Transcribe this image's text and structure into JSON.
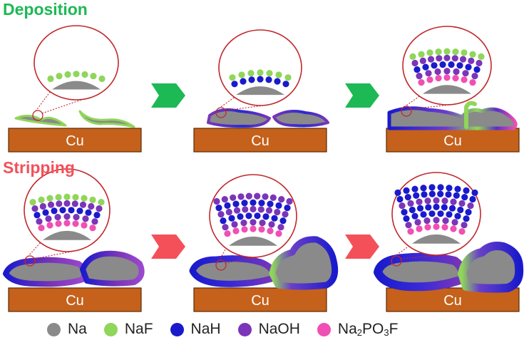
{
  "sections": {
    "deposition": "Deposition",
    "stripping": "Stripping"
  },
  "substrate_label": "Cu",
  "legend": {
    "na": "Na",
    "naf": "NaF",
    "nah": "NaH",
    "naoh": "NaOH",
    "na2po3f": {
      "prefix": "Na",
      "sub1": "2",
      "mid": "PO",
      "sub2": "3",
      "suffix": "F"
    }
  },
  "colors": {
    "deposition": "#1db954",
    "stripping": "#f4505a",
    "copper": "#c5611b",
    "na": "#8a8a8a",
    "naf": "#8fd65a",
    "nah": "#1a1acc",
    "naoh": "#7b35b8",
    "na2po3f": "#f04fb4",
    "magnifier": "#c0282d"
  },
  "panels": [
    {
      "row": "deposition",
      "stage": 1,
      "layers": [
        "naf"
      ]
    },
    {
      "row": "deposition",
      "stage": 2,
      "layers": [
        "nah",
        "naf"
      ]
    },
    {
      "row": "deposition",
      "stage": 3,
      "layers": [
        "na2po3f",
        "naoh",
        "nah",
        "naoh",
        "naf"
      ]
    },
    {
      "row": "stripping",
      "stage": 1,
      "layers": [
        "na2po3f",
        "naoh",
        "nah",
        "naoh",
        "naf"
      ]
    },
    {
      "row": "stripping",
      "stage": 2,
      "layers": [
        "na2po3f",
        "naoh",
        "nah",
        "naoh",
        "nah",
        "naoh"
      ]
    },
    {
      "row": "stripping",
      "stage": 3,
      "layers": [
        "na2po3f",
        "naoh",
        "nah",
        "nah",
        "naoh",
        "nah",
        "nah"
      ]
    }
  ]
}
